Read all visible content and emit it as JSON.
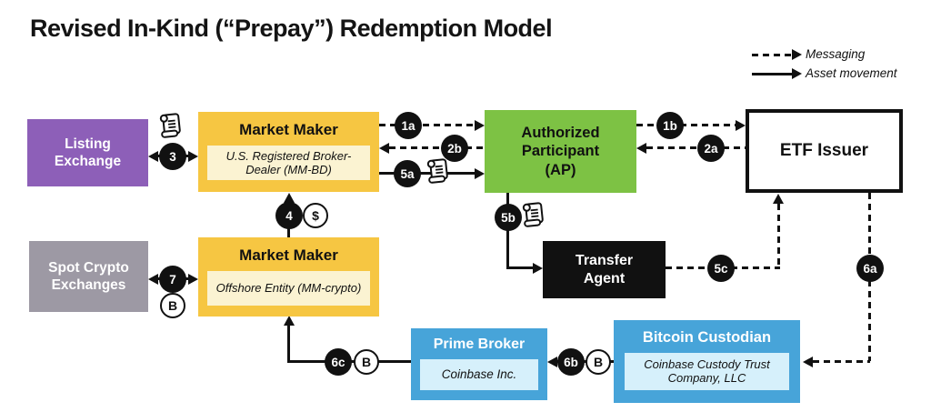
{
  "title": "Revised In-Kind (“Prepay”) Redemption Model",
  "legend": {
    "messaging": "Messaging",
    "asset": "Asset movement"
  },
  "nodes": {
    "listing_exchange": {
      "title": "Listing Exchange"
    },
    "market_maker_bd": {
      "title": "Market Maker",
      "subtitle": "U.S. Registered Broker-Dealer (MM-BD)"
    },
    "authorized_participant": {
      "title": "Authorized Participant (AP)"
    },
    "etf_issuer": {
      "title": "ETF Issuer"
    },
    "spot_crypto_exchanges": {
      "title": "Spot Crypto Exchanges"
    },
    "market_maker_crypto": {
      "title": "Market Maker",
      "subtitle": "Offshore Entity (MM-crypto)"
    },
    "transfer_agent": {
      "title": "Transfer Agent"
    },
    "prime_broker": {
      "title": "Prime Broker",
      "subtitle": "Coinbase Inc."
    },
    "bitcoin_custodian": {
      "title": "Bitcoin Custodian",
      "subtitle": "Coinbase Custody Trust Company, LLC"
    }
  },
  "badges": {
    "b1a": "1a",
    "b1b": "1b",
    "b2a": "2a",
    "b2b": "2b",
    "b3": "3",
    "b4": "4",
    "b5a": "5a",
    "b5b": "5b",
    "b5c": "5c",
    "b6a": "6a",
    "b6b": "6b",
    "b6c": "6c",
    "b7": "7"
  },
  "icons": {
    "dollar": "$",
    "bitcoin": "B"
  },
  "colors": {
    "purple": "#8d5fb8",
    "yellow": "#f6c642",
    "cream": "#fbf3d2",
    "green": "#7dc244",
    "gray": "#9d99a4",
    "blue": "#47a4d9",
    "light_blue": "#d6f0fb",
    "black": "#111111",
    "white": "#ffffff"
  }
}
